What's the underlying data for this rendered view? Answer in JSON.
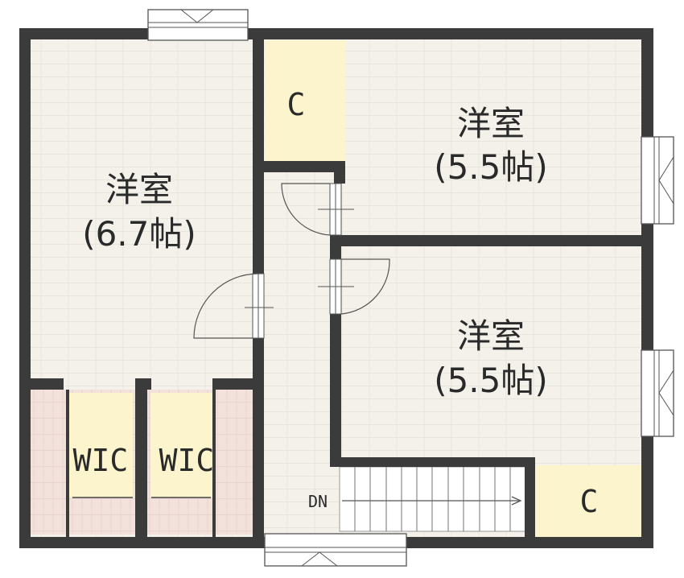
{
  "rooms": {
    "west_room": {
      "name": "洋室",
      "size": "(6.7帖)"
    },
    "ne_room": {
      "name": "洋室",
      "size": "(5.5帖)"
    },
    "se_room": {
      "name": "洋室",
      "size": "(5.5帖)"
    }
  },
  "closets": {
    "north": "C",
    "south": "C"
  },
  "wic": {
    "left": "WIC",
    "right": "WIC"
  },
  "stairs": {
    "direction_label": "DN"
  },
  "colors": {
    "floor": "#f4f2ec",
    "closet_fill": "#fbf5cf",
    "wic_fill": "#f4e3de",
    "wall": "#3b3b3b"
  }
}
